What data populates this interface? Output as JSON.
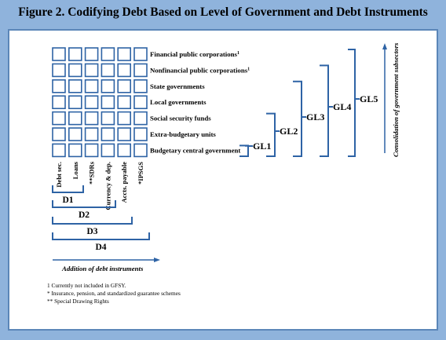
{
  "title": "Figure 2. Codifying Debt Based on Level of Government and Debt Instruments",
  "rows": [
    {
      "label": "Financial public corporations",
      "sup": "1"
    },
    {
      "label": "Nonfinancial public corporations",
      "sup": "1"
    },
    {
      "label": "State governments",
      "sup": ""
    },
    {
      "label": "Local governments",
      "sup": ""
    },
    {
      "label": "Social security funds",
      "sup": ""
    },
    {
      "label": "Extra-budgetary units",
      "sup": ""
    },
    {
      "label": "Budgetary central government",
      "sup": ""
    }
  ],
  "columns": [
    "Debt sec.",
    "Loans",
    "**SDRs",
    "Currency & dep.",
    "Accts. payable",
    "*IPSGS"
  ],
  "gov_levels": [
    "GL1",
    "GL2",
    "GL3",
    "GL4",
    "GL5"
  ],
  "debt_levels": [
    "D1",
    "D2",
    "D3",
    "D4"
  ],
  "vertical_axis_label": "Consolidation of government subsectors",
  "horizontal_axis_label": "Addition of debt instruments",
  "footnotes": [
    "1 Currently not included in GFSY.",
    "* Insurance, pension, and standardized guarantee schemes",
    "** Special Drawing Rights"
  ],
  "colors": {
    "frame": "#8fb3dc",
    "border": "#5b86b8",
    "accent": "#2e63a5"
  }
}
